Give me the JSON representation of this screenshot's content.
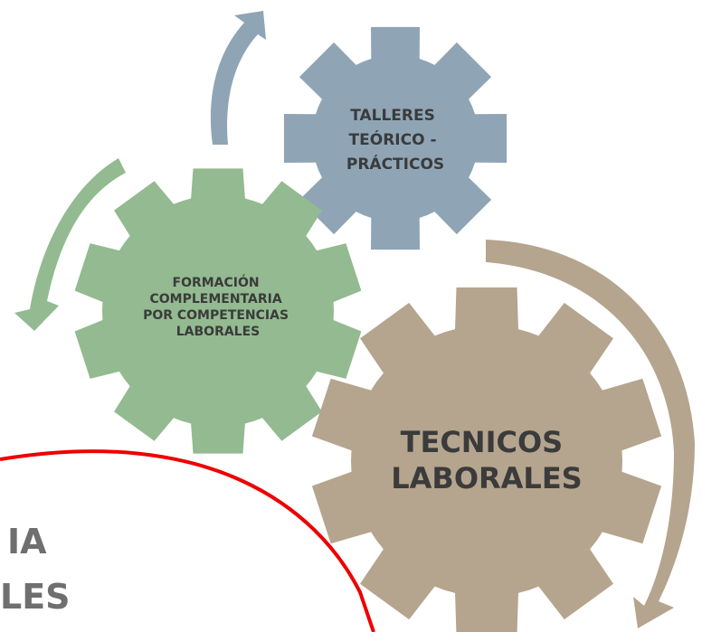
{
  "gears": [
    {
      "id": "talleres",
      "color": "#8fa5b5",
      "lines": [
        "TALLERES",
        "TEÓRICO -",
        "PRÁCTICOS"
      ]
    },
    {
      "id": "formacion",
      "color": "#93ba90",
      "lines": [
        "FORMACIÓN",
        "COMPLEMENTARIA",
        "POR COMPETENCIAS",
        "LABORALES"
      ]
    },
    {
      "id": "tecnicos",
      "color": "#b5a58e",
      "lines": [
        "TECNICOS",
        "LABORALES"
      ]
    }
  ],
  "partial_text": [
    "IA",
    "LES"
  ],
  "colors": {
    "cut_curve": "#ee0000",
    "partial_text": "#6f6f6f",
    "label_text": "#3b3b3b"
  }
}
